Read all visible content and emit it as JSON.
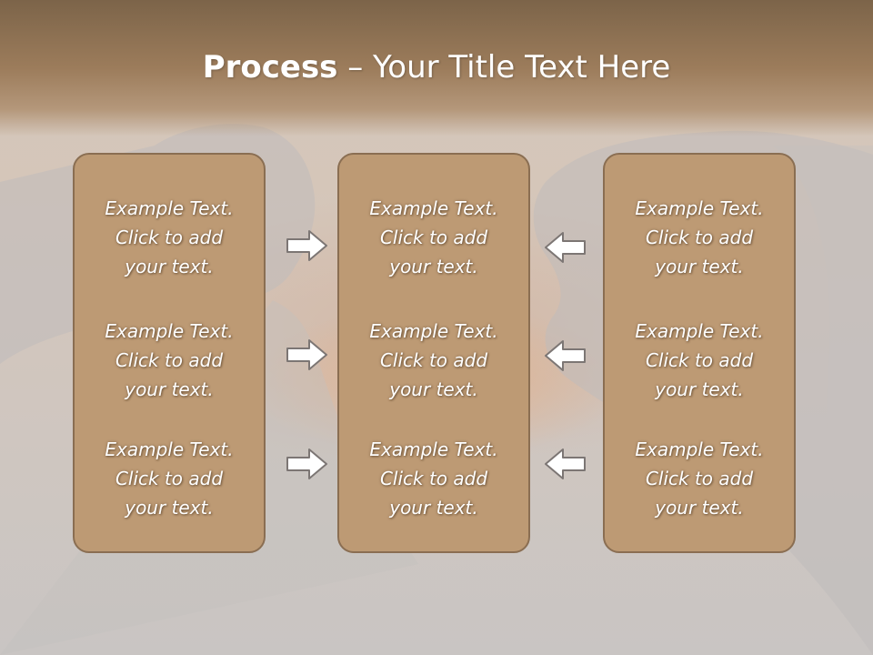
{
  "slide": {
    "title_bold": "Process",
    "title_rest": " – Your Title Text Here"
  },
  "columns": [
    {
      "items": [
        {
          "line1": "Example Text.",
          "line2": "Click  to add",
          "line3": "your text."
        },
        {
          "line1": "Example Text.",
          "line2": "Click  to add",
          "line3": "your text."
        },
        {
          "line1": "Example Text.",
          "line2": "Click  to add",
          "line3": "your text."
        }
      ]
    },
    {
      "items": [
        {
          "line1": "Example Text.",
          "line2": "Click  to add",
          "line3": "your text."
        },
        {
          "line1": "Example Text.",
          "line2": "Click  to add",
          "line3": "your text."
        },
        {
          "line1": "Example Text.",
          "line2": "Click  to add",
          "line3": "your text."
        }
      ]
    },
    {
      "items": [
        {
          "line1": "Example Text.",
          "line2": "Click  to add",
          "line3": "your text."
        },
        {
          "line1": "Example Text.",
          "line2": "Click  to add",
          "line3": "your text."
        },
        {
          "line1": "Example Text.",
          "line2": "Click  to add",
          "line3": "your text."
        }
      ]
    }
  ],
  "arrows": {
    "left": [
      "right-arrow-icon",
      "right-arrow-icon",
      "right-arrow-icon"
    ],
    "right": [
      "left-arrow-icon",
      "left-arrow-icon",
      "left-arrow-icon"
    ]
  },
  "colors": {
    "title_band": "#7c6449",
    "box_fill": "#bd9a74",
    "box_border": "#8a6e52",
    "text": "#ffffff"
  }
}
